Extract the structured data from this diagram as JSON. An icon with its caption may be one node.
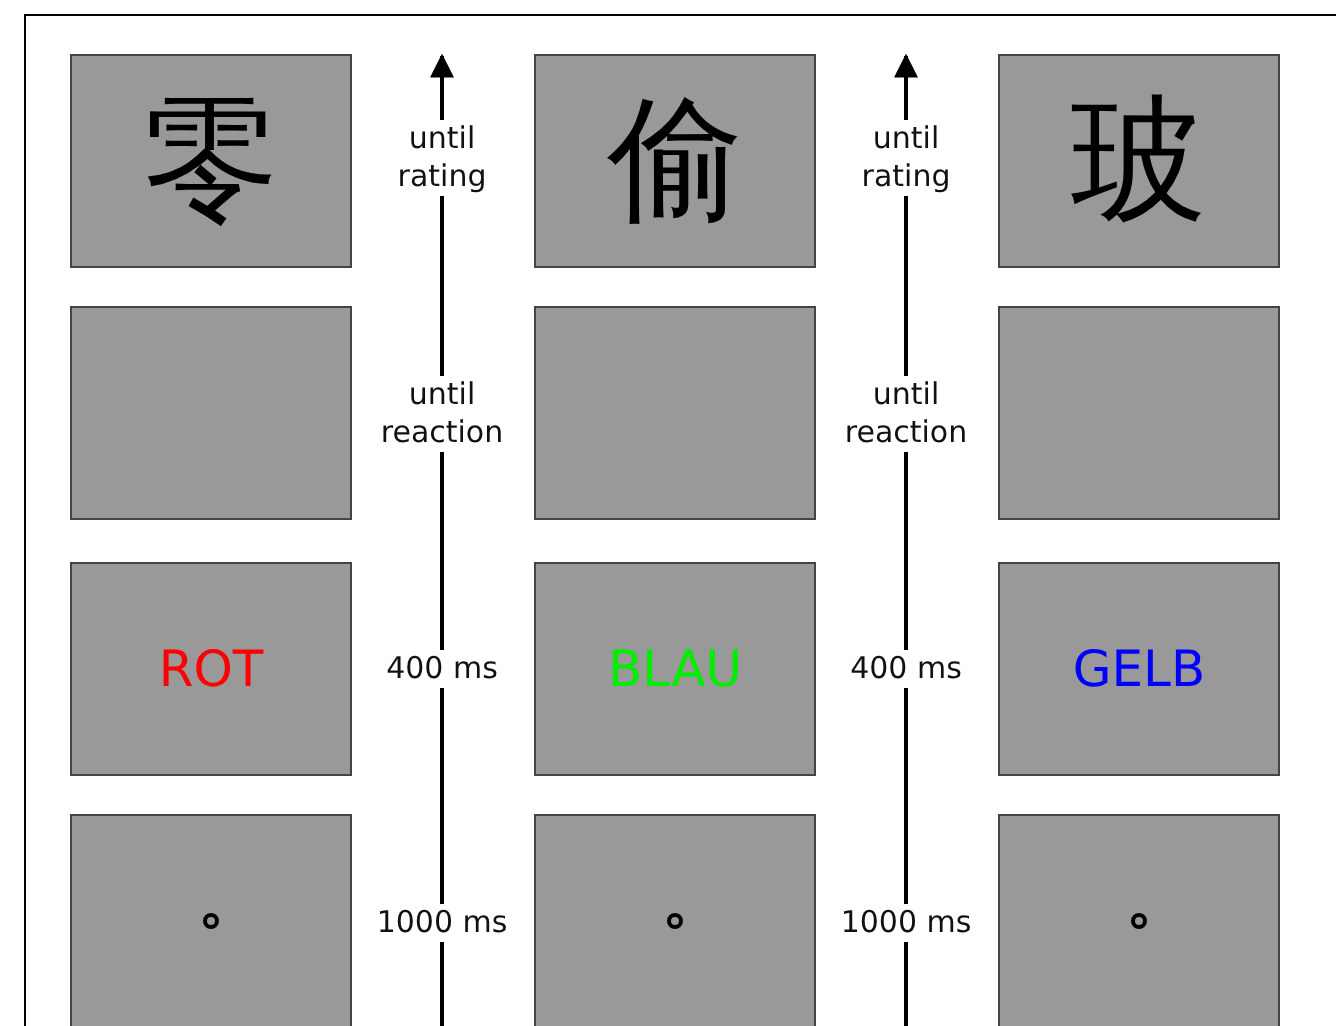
{
  "diagram": {
    "nodes": [
      {
        "text": [
          "零"
        ]
      },
      {
        "text": [
          "偷"
        ]
      },
      {
        "text": [
          "玻"
        ]
      },
      {
        "text": [],
        "shape": "box"
      },
      {
        "text": [],
        "shape": "box"
      },
      {
        "text": [],
        "shape": "box"
      },
      {
        "text": [
          "ROT"
        ]
      },
      {
        "text": [
          "BLAU"
        ]
      },
      {
        "text": [
          "GELB"
        ]
      },
      {
        "text": [],
        "shape": "box"
      },
      {
        "text": [],
        "shape": "box"
      },
      {
        "text": [],
        "shape": "box"
      }
    ],
    "labels": [
      "until rating",
      "until rating",
      "until reaction",
      "until reaction",
      "400 ms",
      "400 ms",
      "1000 ms",
      "1000 ms"
    ]
  }
}
